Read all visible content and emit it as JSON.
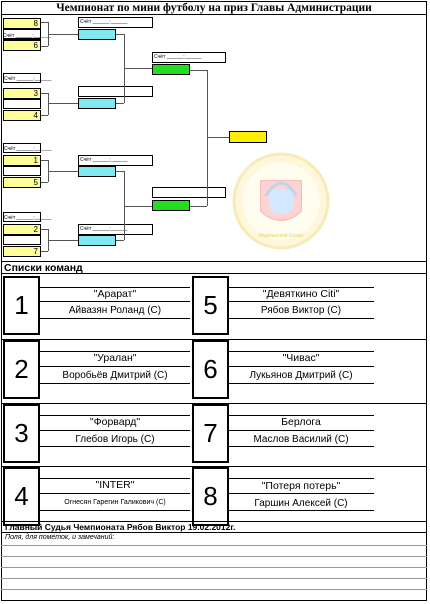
{
  "title": "Чемпионат по мини футболу на приз Главы Администрации",
  "score_label": "Счёт ______:______",
  "bracket": {
    "seeds": [
      "8",
      "6",
      "3",
      "4",
      "1",
      "5",
      "2",
      "7"
    ]
  },
  "teams_section_title": "Списки команд",
  "teams": [
    {
      "num": "1",
      "name": "\"Арарат\"",
      "captain": "Айвазян Роланд (С)"
    },
    {
      "num": "2",
      "name": "\"Уралан\"",
      "captain": "Воробьёв Дмитрий (С)"
    },
    {
      "num": "3",
      "name": "\"Форвард\"",
      "captain": "Глебов Игорь (С)"
    },
    {
      "num": "4",
      "name": "\"INTER\"",
      "captain": "Огнесян Гарегин Галикович (С)"
    },
    {
      "num": "5",
      "name": "\"Девяткино Citi\"",
      "captain": "Рябов Виктор (С)"
    },
    {
      "num": "6",
      "name": "\"Чивас\"",
      "captain": "Лукьянов Дмитрий (С)"
    },
    {
      "num": "7",
      "name": "Берлога",
      "captain": "Маслов Василий (С)"
    },
    {
      "num": "8",
      "name": "\"Потеря потерь\"",
      "captain": "Гаршин Алексей (С)"
    }
  ],
  "footer": {
    "referee": "Главный Судья Чемпионата Рябов Виктор 19.02.2012г.",
    "notes_label": "Поля, для пометок, и замечаний:"
  },
  "logo": {
    "text": "Мурманский Сокол"
  }
}
